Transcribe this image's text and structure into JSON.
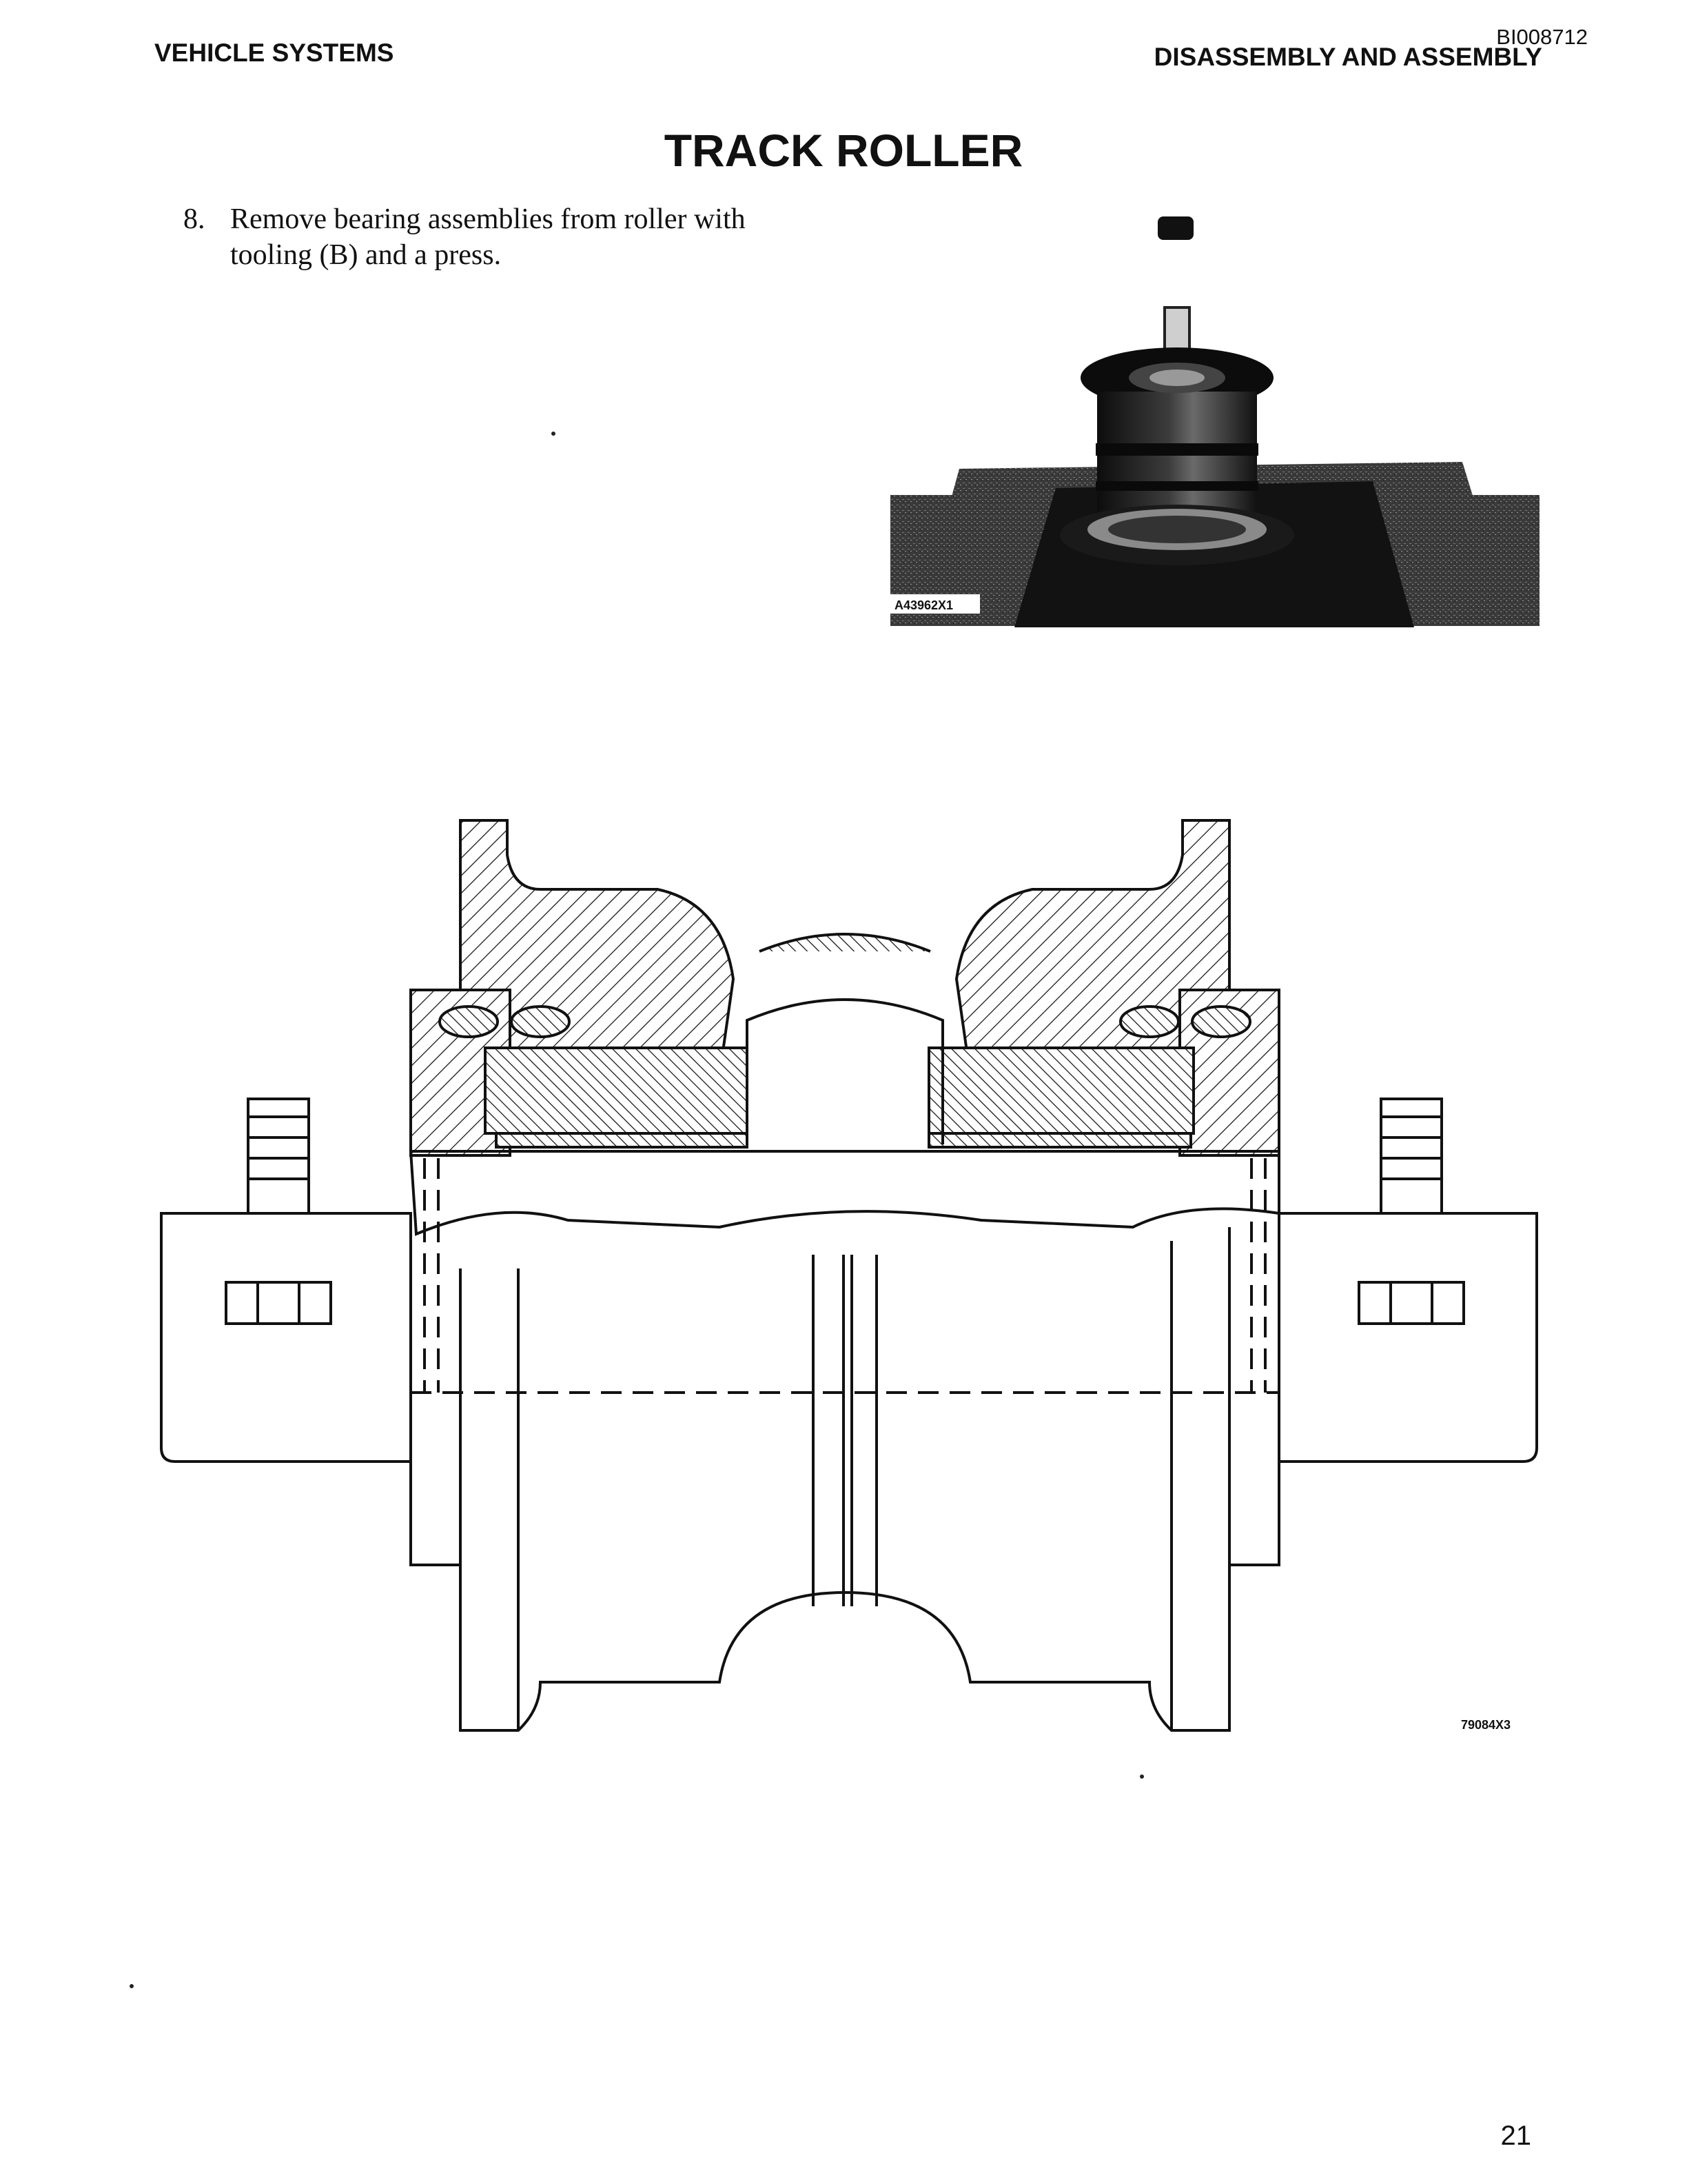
{
  "header": {
    "left": "VEHICLE SYSTEMS",
    "right": "DISASSEMBLY AND ASSEMBLY",
    "doc_id": "BI008712"
  },
  "page_title": "TRACK ROLLER",
  "steps": [
    {
      "number": "8.",
      "text": "Remove bearing assemblies from roller with tooling (B) and a press."
    }
  ],
  "figures": {
    "photo_label": "A43962X1",
    "drawing_label": "79084X3"
  },
  "page_number": "21"
}
